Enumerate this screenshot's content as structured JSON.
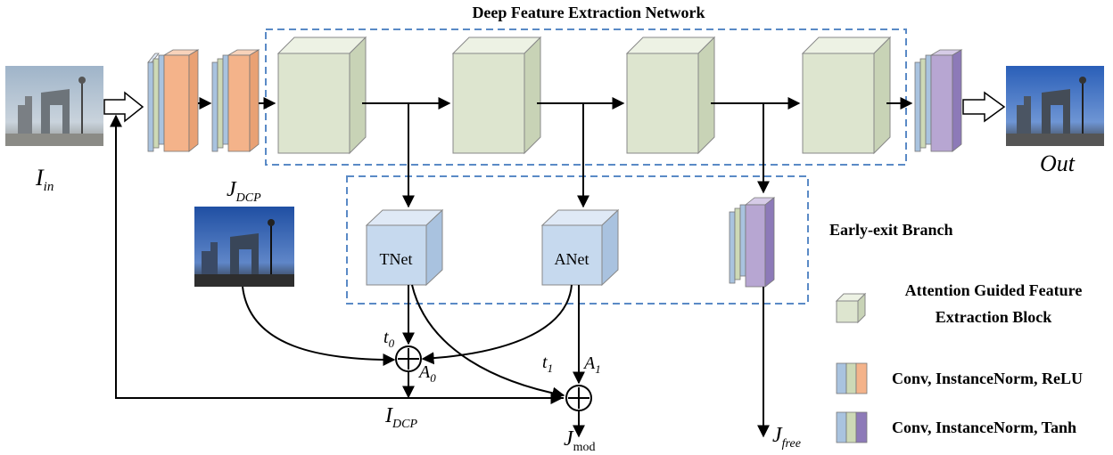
{
  "title": "Deep Feature Extraction Network",
  "early_exit_title": "Early-exit Branch",
  "tnet": "TNet",
  "anet": "ANet",
  "labels": {
    "I": "I",
    "in": "in",
    "J": "J",
    "DCP": "DCP",
    "Out": "Out",
    "t": "t",
    "t0sub": "0",
    "t1sub": "1",
    "A": "A",
    "A0sub": "0",
    "A1sub": "1",
    "mod": "mod",
    "free": "free"
  },
  "legend": {
    "block_line1": "Attention Guided Feature",
    "block_line2": "Extraction Block",
    "conv_relu": "Conv, InstanceNorm, ReLU",
    "conv_tanh": "Conv, InstanceNorm, Tanh"
  },
  "colors": {
    "block_front": "#dde5cf",
    "block_top": "#edf2e4",
    "block_side": "#c8d3b6",
    "net_front": "#c6d9ee",
    "net_top": "#dfe9f6",
    "net_side": "#a9c2df",
    "conv_blue": "#a9c3df",
    "conv_green": "#cdd9b6",
    "conv_orange": "#f4b38a",
    "conv_purple": "#b7a6d2",
    "conv_violet": "#8d7ab8",
    "dashed": "#5a8ac6"
  },
  "icons": [
    "input-hazy-image",
    "dcp-image",
    "output-dehazed-image",
    "hollow-arrow-icon",
    "sum-node-icon"
  ]
}
